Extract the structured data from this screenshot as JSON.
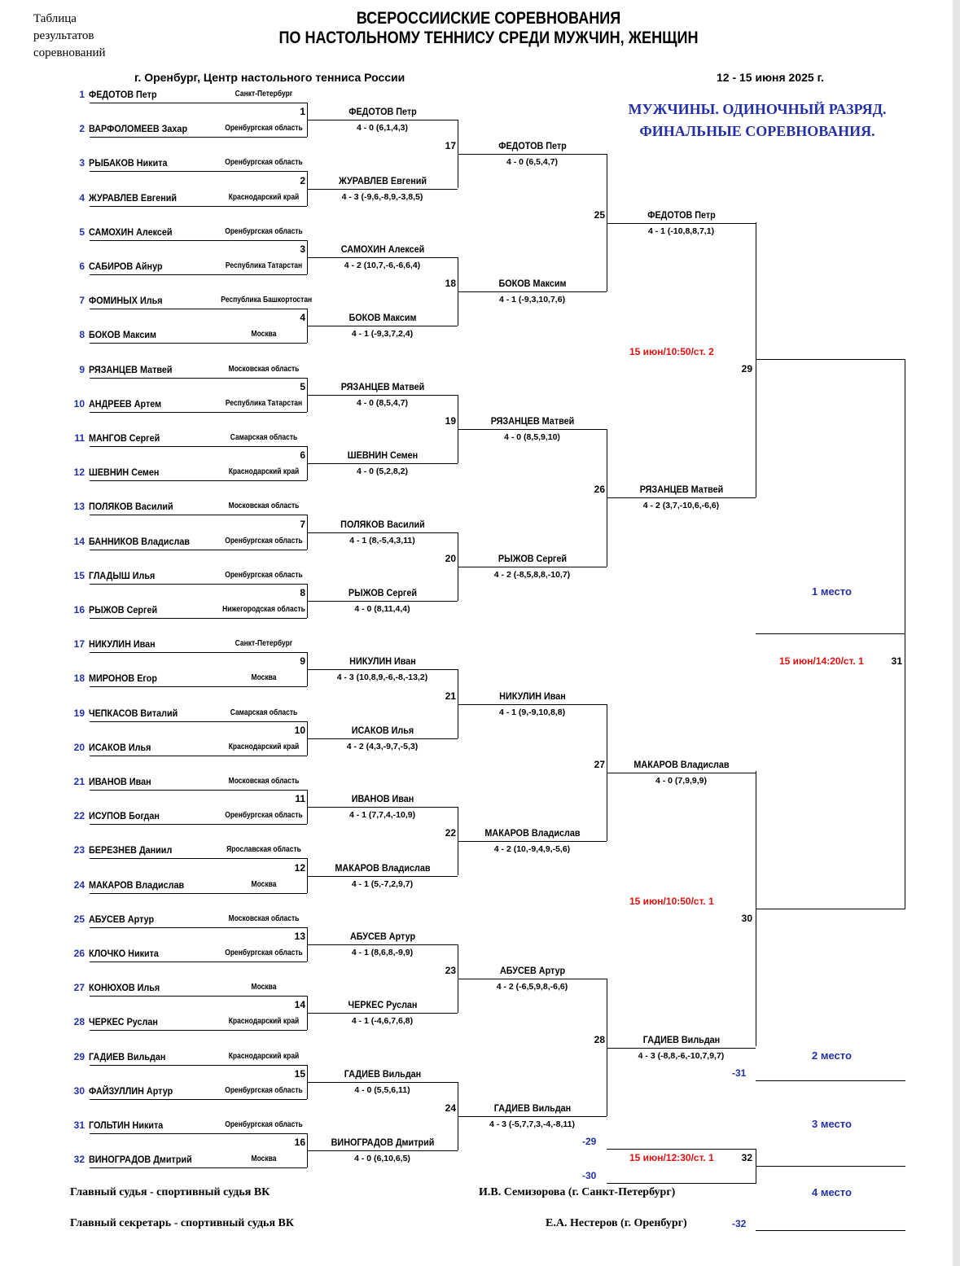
{
  "header": {
    "corner_label": "Таблица результатов соревнований",
    "title_line1": "ВСЕРОССИИСКИЕ СОРЕВНОВАНИЯ",
    "title_line2": "ПО НАСТОЛЬНОМУ ТЕННИСУ СРЕДИ МУЖЧИН, ЖЕНЩИН",
    "venue": "г. Оренбург, Центр настольного тенниса России",
    "dates": "12 - 15 июня 2025 г.",
    "event_line1": "МУЖЧИНЫ. ОДИНОЧНЫЙ РАЗРЯД.",
    "event_line2": "ФИНАЛЬНЫЕ СОРЕВНОВАНИЯ."
  },
  "players": [
    {
      "seed": "1",
      "name": "ФЕДОТОВ Петр",
      "region": "Санкт-Петербург"
    },
    {
      "seed": "2",
      "name": "ВАРФОЛОМЕЕВ Захар",
      "region": "Оренбургская область"
    },
    {
      "seed": "3",
      "name": "РЫБАКОВ Никита",
      "region": "Оренбургская область"
    },
    {
      "seed": "4",
      "name": "ЖУРАВЛЕВ Евгений",
      "region": "Краснодарский край"
    },
    {
      "seed": "5",
      "name": "САМОХИН Алексей",
      "region": "Оренбургская область"
    },
    {
      "seed": "6",
      "name": "САБИРОВ Айнур",
      "region": "Республика Татарстан"
    },
    {
      "seed": "7",
      "name": "ФОМИНЫХ Илья",
      "region": "Республика Башкортостан"
    },
    {
      "seed": "8",
      "name": "БОКОВ Максим",
      "region": "Москва"
    },
    {
      "seed": "9",
      "name": "РЯЗАНЦЕВ Матвей",
      "region": "Московская область"
    },
    {
      "seed": "10",
      "name": "АНДРЕЕВ Артем",
      "region": "Республика Татарстан"
    },
    {
      "seed": "11",
      "name": "МАНГОВ Сергей",
      "region": "Самарская область"
    },
    {
      "seed": "12",
      "name": "ШЕВНИН Семен",
      "region": "Краснодарский край"
    },
    {
      "seed": "13",
      "name": "ПОЛЯКОВ Василий",
      "region": "Московская область"
    },
    {
      "seed": "14",
      "name": "БАННИКОВ Владислав",
      "region": "Оренбургская область"
    },
    {
      "seed": "15",
      "name": "ГЛАДЫШ Илья",
      "region": "Оренбургская область"
    },
    {
      "seed": "16",
      "name": "РЫЖОВ Сергей",
      "region": "Нижегородская область"
    },
    {
      "seed": "17",
      "name": "НИКУЛИН Иван",
      "region": "Санкт-Петербург"
    },
    {
      "seed": "18",
      "name": "МИРОНОВ Егор",
      "region": "Москва"
    },
    {
      "seed": "19",
      "name": "ЧЕПКАСОВ Виталий",
      "region": "Самарская область"
    },
    {
      "seed": "20",
      "name": "ИСАКОВ Илья",
      "region": "Краснодарский край"
    },
    {
      "seed": "21",
      "name": "ИВАНОВ Иван",
      "region": "Московская область"
    },
    {
      "seed": "22",
      "name": "ИСУПОВ Богдан",
      "region": "Оренбургская область"
    },
    {
      "seed": "23",
      "name": "БЕРЕЗНЕВ Даниил",
      "region": "Ярославская область"
    },
    {
      "seed": "24",
      "name": "МАКАРОВ Владислав",
      "region": "Москва"
    },
    {
      "seed": "25",
      "name": "АБУСЕВ Артур",
      "region": "Московская область"
    },
    {
      "seed": "26",
      "name": "КЛОЧКО Никита",
      "region": "Оренбургская область"
    },
    {
      "seed": "27",
      "name": "КОНЮХОВ Илья",
      "region": "Москва"
    },
    {
      "seed": "28",
      "name": "ЧЕРКЕС Руслан",
      "region": "Краснодарский край"
    },
    {
      "seed": "29",
      "name": "ГАДИЕВ Вильдан",
      "region": "Краснодарский край"
    },
    {
      "seed": "30",
      "name": "ФАЙЗУЛЛИН Артур",
      "region": "Оренбургская область"
    },
    {
      "seed": "31",
      "name": "ГОЛЬТИН Никита",
      "region": "Оренбургская область"
    },
    {
      "seed": "32",
      "name": "ВИНОГРАДОВ Дмитрий",
      "region": "Москва"
    }
  ],
  "round1": [
    {
      "num": "1",
      "winner": "ФЕДОТОВ Петр",
      "score": "4 - 0 (6,1,4,3)"
    },
    {
      "num": "2",
      "winner": "ЖУРАВЛЕВ Евгений",
      "score": "4 - 3 (-9,6,-8,9,-3,8,5)"
    },
    {
      "num": "3",
      "winner": "САМОХИН Алексей",
      "score": "4 - 2 (10,7,-6,-6,6,4)"
    },
    {
      "num": "4",
      "winner": "БОКОВ Максим",
      "score": "4 - 1 (-9,3,7,2,4)"
    },
    {
      "num": "5",
      "winner": "РЯЗАНЦЕВ Матвей",
      "score": "4 - 0 (8,5,4,7)"
    },
    {
      "num": "6",
      "winner": "ШЕВНИН Семен",
      "score": "4 - 0 (5,2,8,2)"
    },
    {
      "num": "7",
      "winner": "ПОЛЯКОВ Василий",
      "score": "4 - 1 (8,-5,4,3,11)"
    },
    {
      "num": "8",
      "winner": "РЫЖОВ Сергей",
      "score": "4 - 0 (8,11,4,4)"
    },
    {
      "num": "9",
      "winner": "НИКУЛИН Иван",
      "score": "4 - 3 (10,8,9,-6,-8,-13,2)"
    },
    {
      "num": "10",
      "winner": "ИСАКОВ Илья",
      "score": "4 - 2 (4,3,-9,7,-5,3)"
    },
    {
      "num": "11",
      "winner": "ИВАНОВ Иван",
      "score": "4 - 1 (7,7,4,-10,9)"
    },
    {
      "num": "12",
      "winner": "МАКАРОВ Владислав",
      "score": "4 - 1 (5,-7,2,9,7)"
    },
    {
      "num": "13",
      "winner": "АБУСЕВ Артур",
      "score": "4 - 1 (8,6,8,-9,9)"
    },
    {
      "num": "14",
      "winner": "ЧЕРКЕС Руслан",
      "score": "4 - 1 (-4,6,7,6,8)"
    },
    {
      "num": "15",
      "winner": "ГАДИЕВ Вильдан",
      "score": "4 - 0 (5,5,6,11)"
    },
    {
      "num": "16",
      "winner": "ВИНОГРАДОВ Дмитрий",
      "score": "4 - 0 (6,10,6,5)"
    }
  ],
  "round2": [
    {
      "num": "17",
      "winner": "ФЕДОТОВ Петр",
      "score": "4 - 0 (6,5,4,7)"
    },
    {
      "num": "18",
      "winner": "БОКОВ Максим",
      "score": "4 - 1 (-9,3,10,7,6)"
    },
    {
      "num": "19",
      "winner": "РЯЗАНЦЕВ Матвей",
      "score": "4 - 0 (8,5,9,10)"
    },
    {
      "num": "20",
      "winner": "РЫЖОВ Сергей",
      "score": "4 - 2 (-8,5,8,8,-10,7)"
    },
    {
      "num": "21",
      "winner": "НИКУЛИН Иван",
      "score": "4 - 1 (9,-9,10,8,8)"
    },
    {
      "num": "22",
      "winner": "МАКАРОВ Владислав",
      "score": "4 - 2 (10,-9,4,9,-5,6)"
    },
    {
      "num": "23",
      "winner": "АБУСЕВ Артур",
      "score": "4 - 2 (-6,5,9,8,-6,6)"
    },
    {
      "num": "24",
      "winner": "ГАДИЕВ Вильдан",
      "score": "4 - 3 (-5,7,7,3,-4,-8,11)"
    }
  ],
  "round3": [
    {
      "num": "25",
      "winner": "ФЕДОТОВ Петр",
      "score": "4 - 1 (-10,8,8,7,1)"
    },
    {
      "num": "26",
      "winner": "РЯЗАНЦЕВ Матвей",
      "score": "4 - 2 (3,7,-10,6,-6,6)"
    },
    {
      "num": "27",
      "winner": "МАКАРОВ Владислав",
      "score": "4 - 0 (7,9,9,9)"
    },
    {
      "num": "28",
      "winner": "ГАДИЕВ Вильдан",
      "score": "4 - 3 (-8,8,-6,-10,7,9,7)"
    }
  ],
  "finals": {
    "m29": "29",
    "m30": "30",
    "m31": "31",
    "m32": "32",
    "sched29": "15 июн/10:50/ст. 2",
    "sched30": "15 июн/10:50/ст. 1",
    "sched31": "15 июн/14:20/ст. 1",
    "sched32": "15 июн/12:30/ст. 1",
    "place1": "1 место",
    "place2": "2 место",
    "place3": "3 место",
    "place4": "4 место",
    "loser31": "-31",
    "loser29": "-29",
    "loser30": "-30",
    "loser32": "-32"
  },
  "footer": {
    "chief_judge_label": "Главный судья - спортивный судья ВК",
    "chief_judge_name": "И.В. Семизорова (г. Санкт-Петербург)",
    "chief_secretary_label": "Главный секретарь - спортивный судья ВК",
    "chief_secretary_name": "Е.А. Нестеров (г. Оренбург)"
  }
}
